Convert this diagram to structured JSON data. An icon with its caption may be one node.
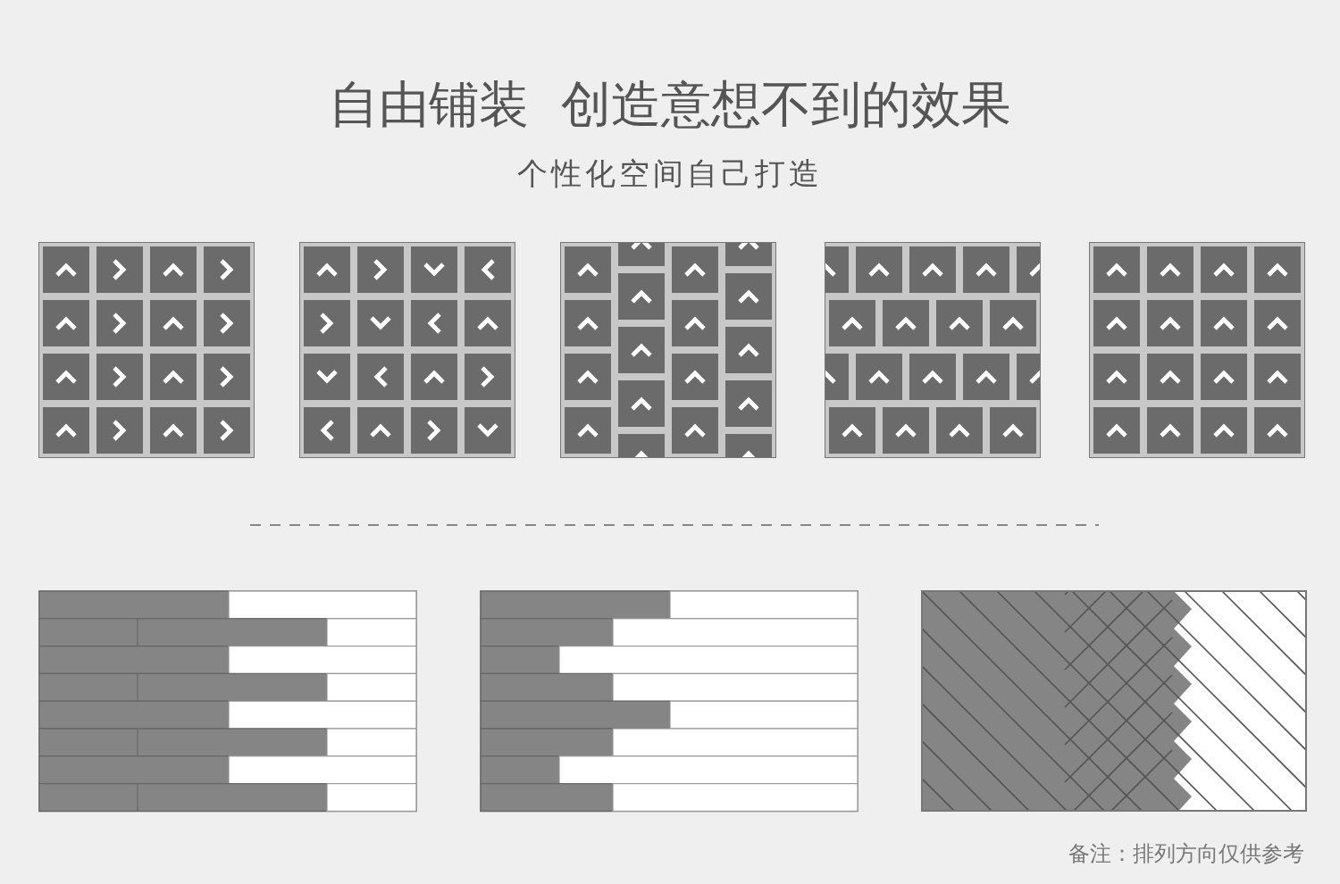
{
  "diagram": {
    "title": "自由铺装  创造意想不到的效果",
    "labels": [
      "个性化空间自己打造",
      "备注：排列方向仅供参考"
    ]
  }
}
